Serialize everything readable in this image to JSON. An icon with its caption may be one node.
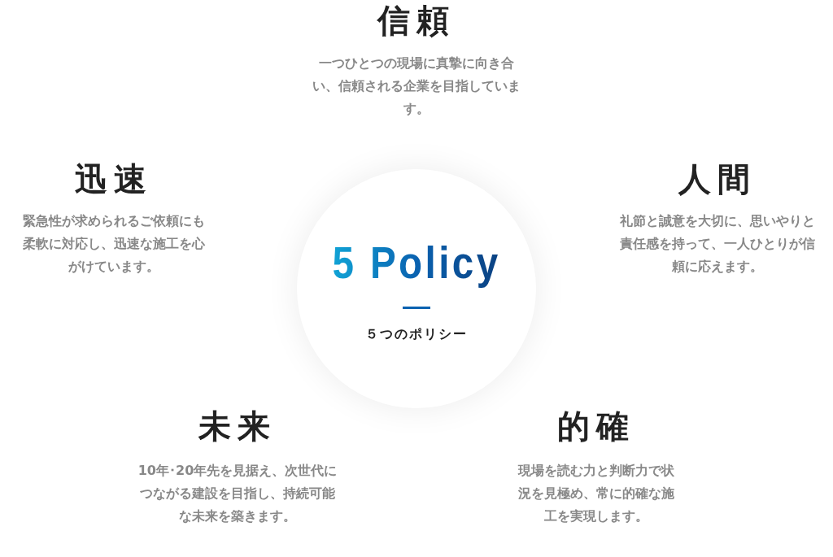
{
  "diagram": {
    "nodes": [
      {
        "text": [
          "5 Policy",
          "５つのポリシー"
        ]
      }
    ],
    "labels": [
      "信頼",
      "一つひとつの現場に真摯に向き合い、信頼される企業を目指しています。",
      "迅速",
      "緊急性が求められるご依頼にも柔軟に対応し、迅速な施工を心がけています。",
      "人間",
      "礼節と誠意を大切に、思いやりと責任感を持って、一人ひとりが信頼に応えます。",
      "未来",
      "10年･20年先を見据え、次世代につながる建設を目指し、持続可能な未来を築きます。",
      "的確",
      "現場を読む力と判断力で状況を見極め、常に的確な施工を実現します。"
    ]
  }
}
